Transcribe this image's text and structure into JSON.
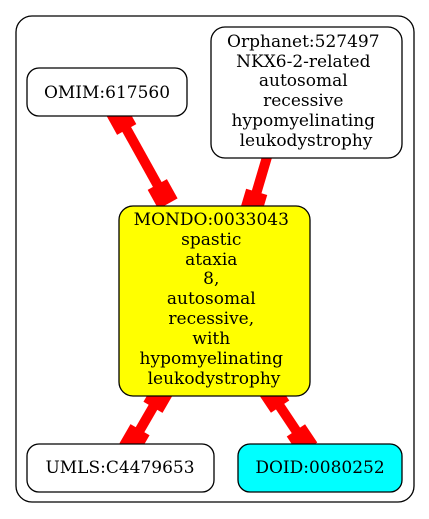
{
  "diagram": {
    "nodes": [
      {
        "id": "omim",
        "lines": [
          "OMIM:617560"
        ],
        "fill": "#ffffff"
      },
      {
        "id": "orphanet",
        "lines": [
          "Orphanet:527497",
          "NKX6-2-related",
          "autosomal",
          "recessive",
          "hypomyelinating",
          "leukodystrophy"
        ],
        "fill": "#ffffff"
      },
      {
        "id": "mondo",
        "lines": [
          "MONDO:0033043",
          "spastic",
          "ataxia",
          "8,",
          "autosomal",
          "recessive,",
          "with",
          "hypomyelinating",
          "leukodystrophy"
        ],
        "fill": "#ffff00"
      },
      {
        "id": "umls",
        "lines": [
          "UMLS:C4479653"
        ],
        "fill": "#ffffff"
      },
      {
        "id": "doid",
        "lines": [
          "DOID:0080252"
        ],
        "fill": "#00ffff"
      }
    ],
    "edges": [
      {
        "from": "omim",
        "to": "mondo"
      },
      {
        "from": "orphanet",
        "to": "mondo"
      },
      {
        "from": "mondo",
        "to": "umls"
      },
      {
        "from": "mondo",
        "to": "doid"
      }
    ],
    "colors": {
      "edge": "#ff0000",
      "border": "#000000",
      "background": "#ffffff"
    }
  }
}
